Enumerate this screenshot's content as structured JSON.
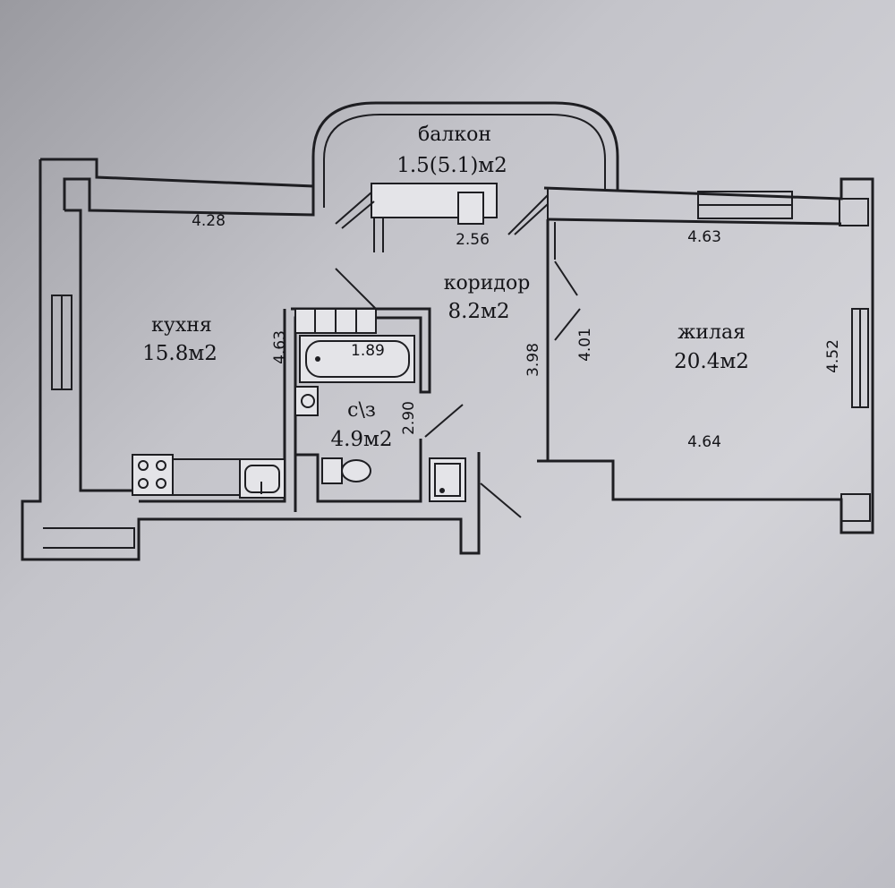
{
  "rooms": {
    "balcony": {
      "name": "балкон",
      "area": "1.5(5.1)м2"
    },
    "kitchen": {
      "name": "кухня",
      "area": "15.8м2"
    },
    "corridor": {
      "name": "коридор",
      "area": "8.2м2"
    },
    "bathroom": {
      "name": "с\\з",
      "area": "4.9м2"
    },
    "living": {
      "name": "жилая",
      "area": "20.4м2"
    }
  },
  "dimensions": {
    "kitchen_top": "4.28",
    "balcony_bottom": "2.56",
    "living_top": "4.63",
    "kitchen_height": "4.63",
    "bathtub_length": "1.89",
    "bathroom_side": "2.90",
    "living_left_a": "3.98",
    "living_left_b": "4.01",
    "living_right": "4.52",
    "living_bottom": "4.64"
  },
  "colors": {
    "paper": "#c9c9cf",
    "line": "#1e1e22",
    "fixture": "#e4e4e8"
  }
}
